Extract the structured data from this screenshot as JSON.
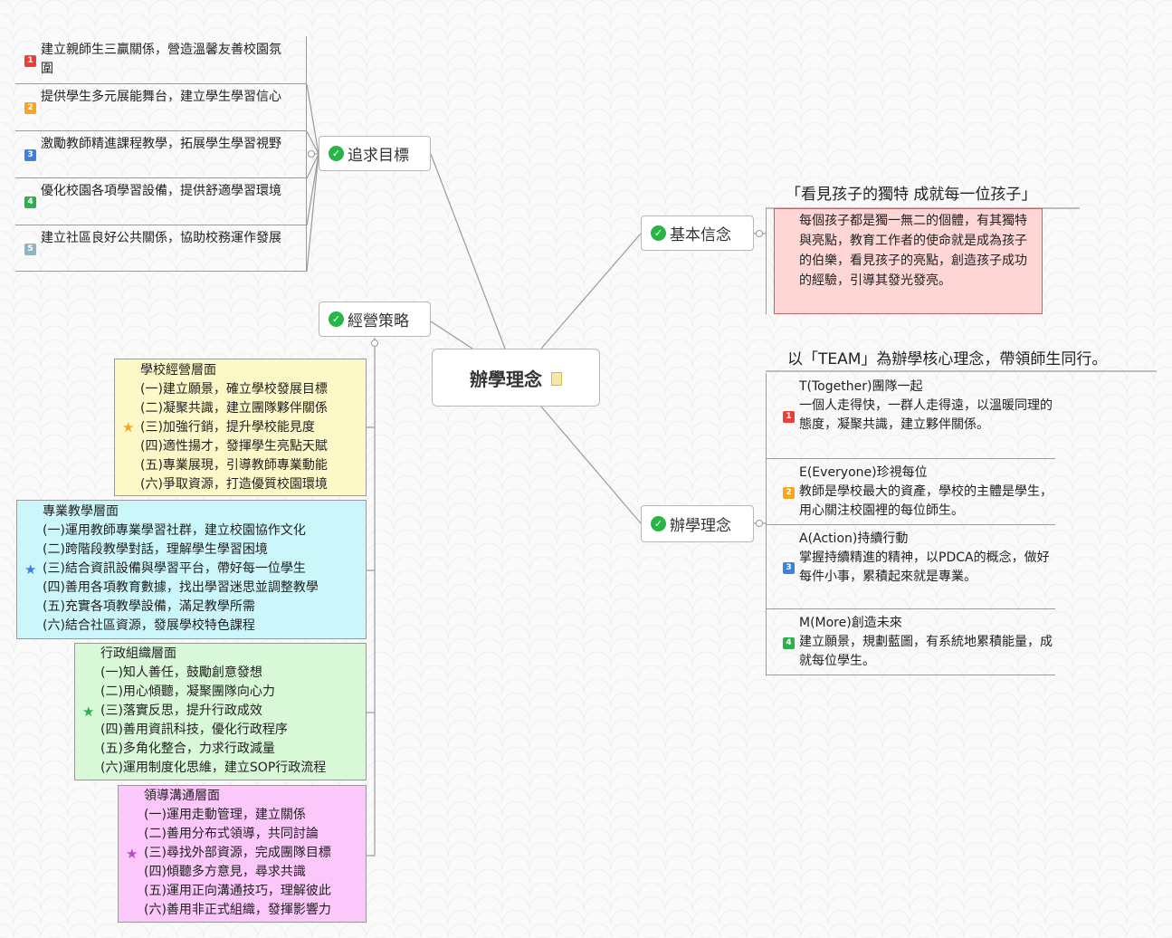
{
  "central": {
    "label": "辦學理念"
  },
  "branches": {
    "goals": "追求目標",
    "strategy": "經營策略",
    "belief": "基本信念",
    "philosophy": "辦學理念"
  },
  "goals_items": [
    {
      "num": "1",
      "color": "#e8413c",
      "text": "建立親師生三贏關係，營造溫馨友善校園氛圍"
    },
    {
      "num": "2",
      "color": "#f5a623",
      "text": "提供學生多元展能舞台，建立學生學習信心"
    },
    {
      "num": "3",
      "color": "#3b82e0",
      "text": "激勵教師精進課程教學，拓展學生學習視野"
    },
    {
      "num": "4",
      "color": "#2cb04b",
      "text": "優化校園各項學習設備，提供舒適學習環境"
    },
    {
      "num": "5",
      "color": "#8fb5c4",
      "text": "建立社區良好公共關係，協助校務運作發展"
    }
  ],
  "belief": {
    "quote": "「看見孩子的獨特  成就每一位孩子」",
    "text": "每個孩子都是獨一無二的個體，有其獨特與亮點，教育工作者的使命就是成為孩子的伯樂，看見孩子的亮點，創造孩子成功的經驗，引導其發光發亮。"
  },
  "philosophy": {
    "headline": "以「TEAM」為辦學核心理念，帶領師生同行。",
    "items": [
      {
        "num": "1",
        "color": "#e8413c",
        "title": "T(Together)團隊一起",
        "text": "一個人走得快，一群人走得遠，以溫暖同理的態度，凝聚共識，建立夥伴關係。"
      },
      {
        "num": "2",
        "color": "#f5a623",
        "title": "E(Everyone)珍視每位",
        "text": "教師是學校最大的資產，學校的主體是學生，用心關注校園裡的每位師生。"
      },
      {
        "num": "3",
        "color": "#3b82e0",
        "title": "A(Action)持續行動",
        "text": "掌握持續精進的精神，以PDCA的概念，做好每件小事，累積起來就是專業。"
      },
      {
        "num": "4",
        "color": "#2cb04b",
        "title": "M(More)創造未來",
        "text": "建立願景，規劃藍圖，有系統地累積能量，成就每位學生。"
      }
    ]
  },
  "strategy_panels": [
    {
      "title": "學校經營層面",
      "bg": "#fdf8c8",
      "star": "#f5a623",
      "lines": [
        "(一)建立願景，確立學校發展目標",
        "(二)凝聚共識，建立團隊夥伴關係",
        "(三)加強行銷，提升學校能見度",
        "(四)適性揚才，發揮學生亮點天賦",
        "(五)專業展現，引導教師專業動能",
        "(六)爭取資源，打造優質校園環境"
      ]
    },
    {
      "title": "專業教學層面",
      "bg": "#ccf7fa",
      "star": "#3b82e0",
      "lines": [
        "(一)運用教師專業學習社群，建立校園協作文化",
        "(二)跨階段教學對話，理解學生學習困境",
        "(三)結合資訊設備與學習平台，帶好每一位學生",
        "(四)善用各項教育數據，找出學習迷思並調整教學",
        "(五)充實各項教學設備，滿足教學所需",
        "(六)結合社區資源，發展學校特色課程"
      ]
    },
    {
      "title": "行政組織層面",
      "bg": "#d8f8d8",
      "star": "#2cb04b",
      "lines": [
        "(一)知人善任，鼓勵創意發想",
        "(二)用心傾聽，凝聚團隊向心力",
        "(三)落實反思，提升行政成效",
        "(四)善用資訊科技，優化行政程序",
        "(五)多角化整合，力求行政減量",
        "(六)運用制度化思維，建立SOP行政流程"
      ]
    },
    {
      "title": "領導溝通層面",
      "bg": "#fcc7fa",
      "star": "#b44bd0",
      "lines": [
        "(一)運用走動管理，建立關係",
        "(二)善用分布式領導，共同討論",
        "(三)尋找外部資源，完成團隊目標",
        "(四)傾聽多方意見，尋求共識",
        "(五)運用正向溝通技巧，理解彼此",
        "(六)善用非正式組織，發揮影響力"
      ]
    }
  ]
}
